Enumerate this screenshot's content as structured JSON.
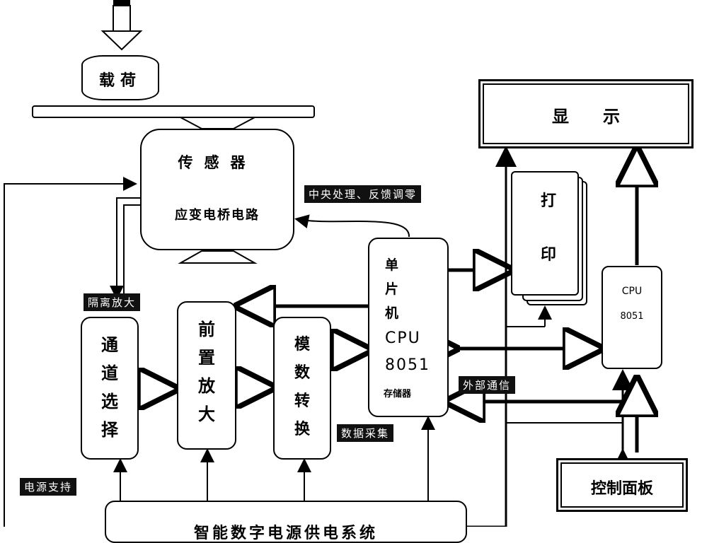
{
  "load": {
    "label": "载荷"
  },
  "sensor": {
    "title": "传感器",
    "circuit": "应变电桥电路"
  },
  "tags": {
    "central": "中央处理、反馈调零",
    "isolation": "隔离放大",
    "power": "电源支持",
    "acquisition": "数据采集",
    "external": "外部通信"
  },
  "blocks": {
    "channel_select": "通\n道\n选\n择",
    "preamp": "前\n置\n放\n大",
    "adc": "模\n数\n转\n换",
    "mcu": {
      "line1": "单\n片\n机",
      "line2": "CPU",
      "line3": "8051",
      "line4": "存储器"
    },
    "display": "显　　示",
    "print": "打\n\n印",
    "cpu2": {
      "line1": "CPU",
      "line2": "8051"
    },
    "control_panel": "控制面板",
    "power_bottom": "智能数字电源供电系统"
  },
  "colors": {
    "ink": "#000000",
    "tag_bg": "#111111",
    "paper": "#ffffff"
  }
}
